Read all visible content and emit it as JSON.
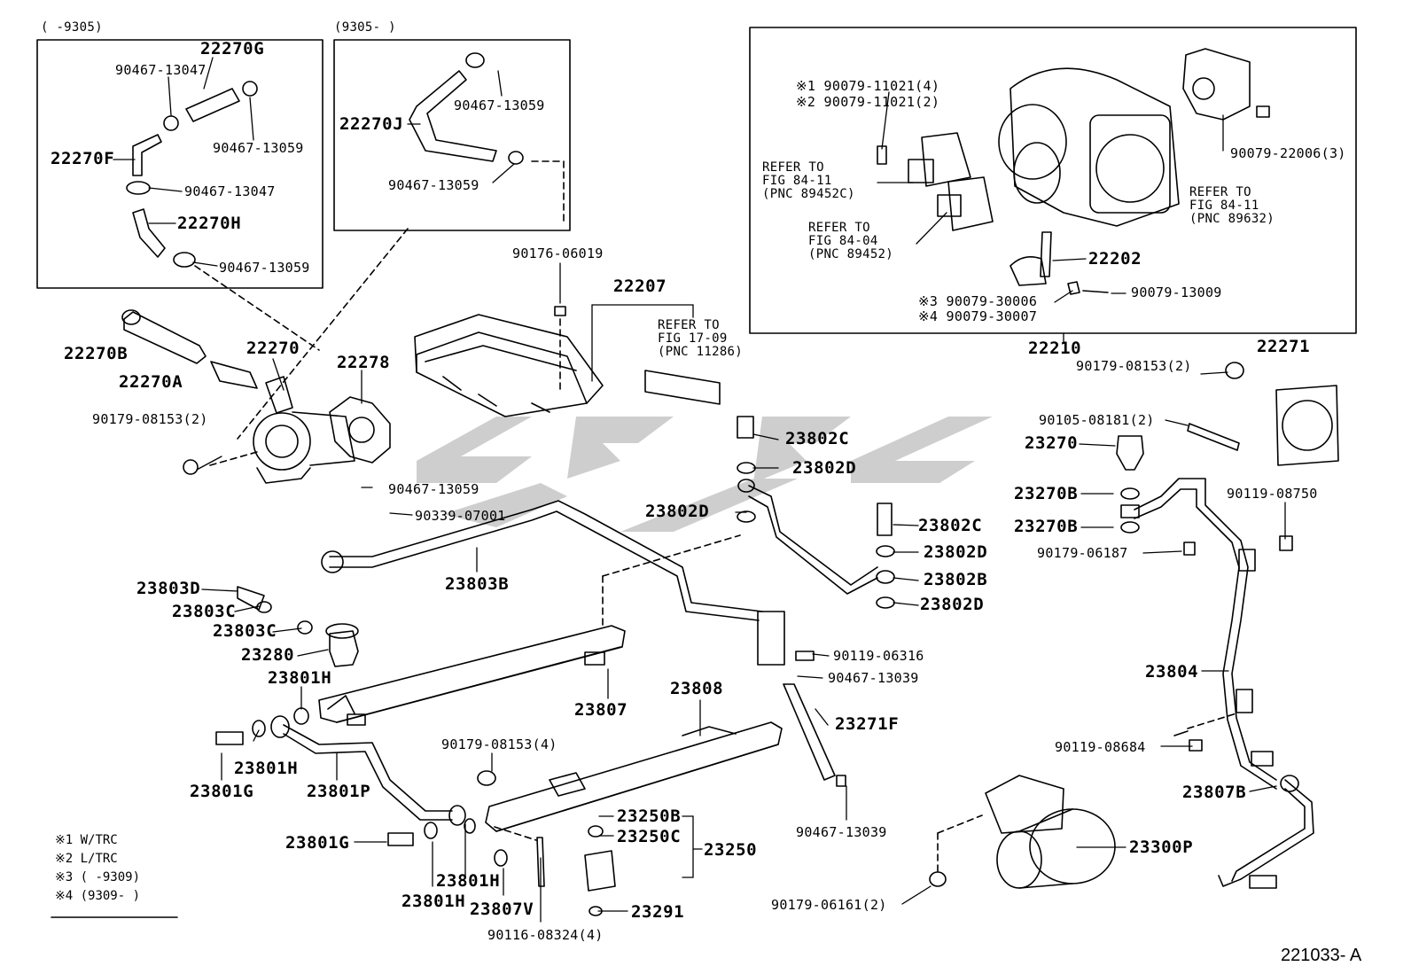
{
  "diagram_id": "221033- A",
  "inset_headers": {
    "left": "(    -9305)",
    "middle": "(9305-     )"
  },
  "notes": [
    "※1 W/TRC",
    "※2 L/TRC",
    "※3 (     -9309)",
    "※4 (9309-     )"
  ],
  "references": {
    "fig_84_11_a": [
      "REFER TO",
      "FIG 84-11",
      "(PNC 89452C)"
    ],
    "fig_84_04": [
      "REFER TO",
      "FIG 84-04",
      "(PNC 89452)"
    ],
    "fig_84_11_b": [
      "REFER TO",
      "FIG 84-11",
      "(PNC 89632)"
    ],
    "fig_17_09": [
      "REFER TO",
      "FIG 17-09",
      "(PNC 11286)"
    ]
  },
  "parts": {
    "p22270G": "22270G",
    "p22270F": "22270F",
    "p22270H": "22270H",
    "p22270J": "22270J",
    "p22270B": "22270B",
    "p22270A": "22270A",
    "p22270": "22270",
    "p22278": "22278",
    "p22207": "22207",
    "p22202": "22202",
    "p22210": "22210",
    "p22271": "22271",
    "p23270": "23270",
    "p23270B_1": "23270B",
    "p23270B_2": "23270B",
    "p23802C_1": "23802C",
    "p23802D_1": "23802D",
    "p23802D_2": "23802D",
    "p23802C_2": "23802C",
    "p23802D_3": "23802D",
    "p23802B": "23802B",
    "p23802D_4": "23802D",
    "p23803D": "23803D",
    "p23803C_1": "23803C",
    "p23803C_2": "23803C",
    "p23803B": "23803B",
    "p23280": "23280",
    "p23801H_1": "23801H",
    "p23801H_2": "23801H",
    "p23801G_1": "23801G",
    "p23801P": "23801P",
    "p23801G_2": "23801G",
    "p23801H_3": "23801H",
    "p23801H_4": "23801H",
    "p23807V": "23807V",
    "p23807": "23807",
    "p23808": "23808",
    "p23250B": "23250B",
    "p23250C": "23250C",
    "p23250": "23250",
    "p23291": "23291",
    "p23271F": "23271F",
    "p23804": "23804",
    "p23807B": "23807B",
    "p23300P": "23300P",
    "b90467_13047_a": "90467-13047",
    "b90467_13059_a": "90467-13059",
    "b90467_13047_b": "90467-13047",
    "b90467_13059_b": "90467-13059",
    "b90467_13059_c": "90467-13059",
    "b90467_13059_d": "90467-13059",
    "b90079_11021_4": "※1 90079-11021(4)",
    "b90079_11021_2": "※2 90079-11021(2)",
    "b90079_22006": "90079-22006(3)",
    "b90079_30006": "※3 90079-30006",
    "b90079_30007": "※4 90079-30007",
    "b90079_13009": "90079-13009",
    "b90176_06019": "90176-06019",
    "b90179_08153_a": "90179-08153(2)",
    "b90179_08153_b": "90179-08153(2)",
    "b90105_08181": "90105-08181(2)",
    "b90119_08750": "90119-08750",
    "b90179_06187": "90179-06187",
    "b90467_13059_e": "90467-13059",
    "b90339_07001": "90339-07001",
    "b90119_06316": "90119-06316",
    "b90467_13039_a": "90467-13039",
    "b90179_08153_c": "90179-08153(4)",
    "b90467_13039_b": "90467-13039",
    "b90119_08684": "90119-08684",
    "b90179_06161": "90179-06161(2)",
    "b90116_08324": "90116-08324(4)"
  }
}
